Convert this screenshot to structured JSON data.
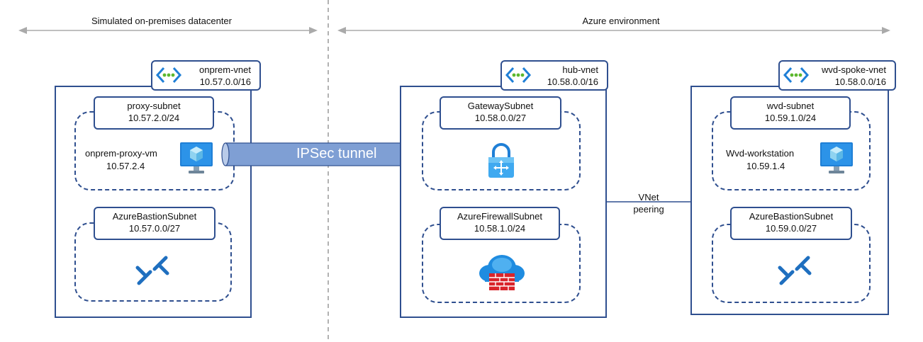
{
  "regions": {
    "onprem_label": "Simulated on-premises datacenter",
    "azure_label": "Azure environment"
  },
  "onprem_vnet": {
    "name": "onprem-vnet",
    "cidr": "10.57.0.0/16",
    "proxy_subnet": {
      "name": "proxy-subnet",
      "cidr": "10.57.2.0/24"
    },
    "vm": {
      "name": "onprem-proxy-vm",
      "ip": "10.57.2.4",
      "icon": "virtual-machine-icon"
    },
    "bastion_subnet": {
      "name": "AzureBastionSubnet",
      "cidr": "10.57.0.0/27",
      "icon": "bastion-icon"
    }
  },
  "hub_vnet": {
    "name": "hub-vnet",
    "cidr": "10.58.0.0/16",
    "gateway_subnet": {
      "name": "GatewaySubnet",
      "cidr": "10.58.0.0/27",
      "icon": "vpn-gateway-icon"
    },
    "firewall_subnet": {
      "name": "AzureFirewallSubnet",
      "cidr": "10.58.1.0/24",
      "icon": "firewall-icon"
    }
  },
  "spoke_vnet": {
    "name": "wvd-spoke-vnet",
    "cidr": "10.58.0.0/16",
    "wvd_subnet": {
      "name": "wvd-subnet",
      "cidr": "10.59.1.0/24"
    },
    "vm": {
      "name": "Wvd-workstation",
      "ip": "10.59.1.4",
      "icon": "virtual-machine-icon"
    },
    "bastion_subnet": {
      "name": "AzureBastionSubnet",
      "cidr": "10.59.0.0/27",
      "icon": "bastion-icon"
    }
  },
  "tunnel": {
    "label": "IPSec tunnel"
  },
  "peering": {
    "label": "VNet\npeering"
  },
  "colors": {
    "border": "#2f4f8f",
    "tunnel_fill": "#7f9fd4",
    "azure_blue": "#1f7fd6",
    "firewall_red": "#d9242b",
    "divider": "#999999"
  }
}
